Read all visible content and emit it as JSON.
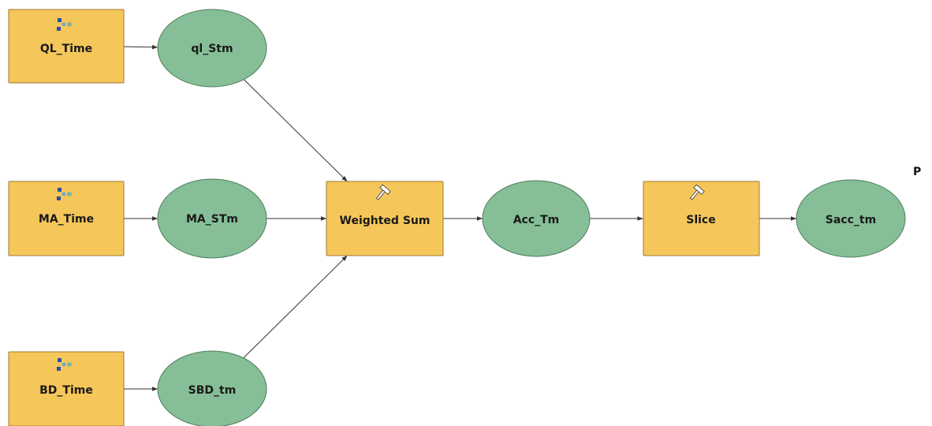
{
  "colors": {
    "tool_fill": "#f5c65a",
    "tool_stroke": "#a07a30",
    "data_fill": "#86bf97",
    "data_stroke": "#4c7d5a",
    "connector": "#333333"
  },
  "nodes": {
    "ql_time": {
      "label": "QL_Time",
      "icon": "model-variable-icon"
    },
    "ma_time": {
      "label": "MA_Time",
      "icon": "model-variable-icon"
    },
    "bd_time": {
      "label": "BD_Time",
      "icon": "model-variable-icon"
    },
    "ql_stm": {
      "label": "ql_Stm"
    },
    "ma_stm": {
      "label": "MA_STm"
    },
    "sbd_tm": {
      "label": "SBD_tm"
    },
    "weighted_sum": {
      "label": "Weighted Sum",
      "icon": "hammer-icon"
    },
    "acc_tm": {
      "label": "Acc_Tm"
    },
    "slice": {
      "label": "Slice",
      "icon": "hammer-icon"
    },
    "sacc_tm": {
      "label": "Sacc_tm"
    }
  },
  "edges": [
    [
      "ql_time",
      "ql_stm"
    ],
    [
      "ma_time",
      "ma_stm"
    ],
    [
      "bd_time",
      "sbd_tm"
    ],
    [
      "ql_stm",
      "weighted_sum"
    ],
    [
      "ma_stm",
      "weighted_sum"
    ],
    [
      "sbd_tm",
      "weighted_sum"
    ],
    [
      "weighted_sum",
      "acc_tm"
    ],
    [
      "acc_tm",
      "slice"
    ],
    [
      "slice",
      "sacc_tm"
    ]
  ],
  "corner_mark": "P"
}
